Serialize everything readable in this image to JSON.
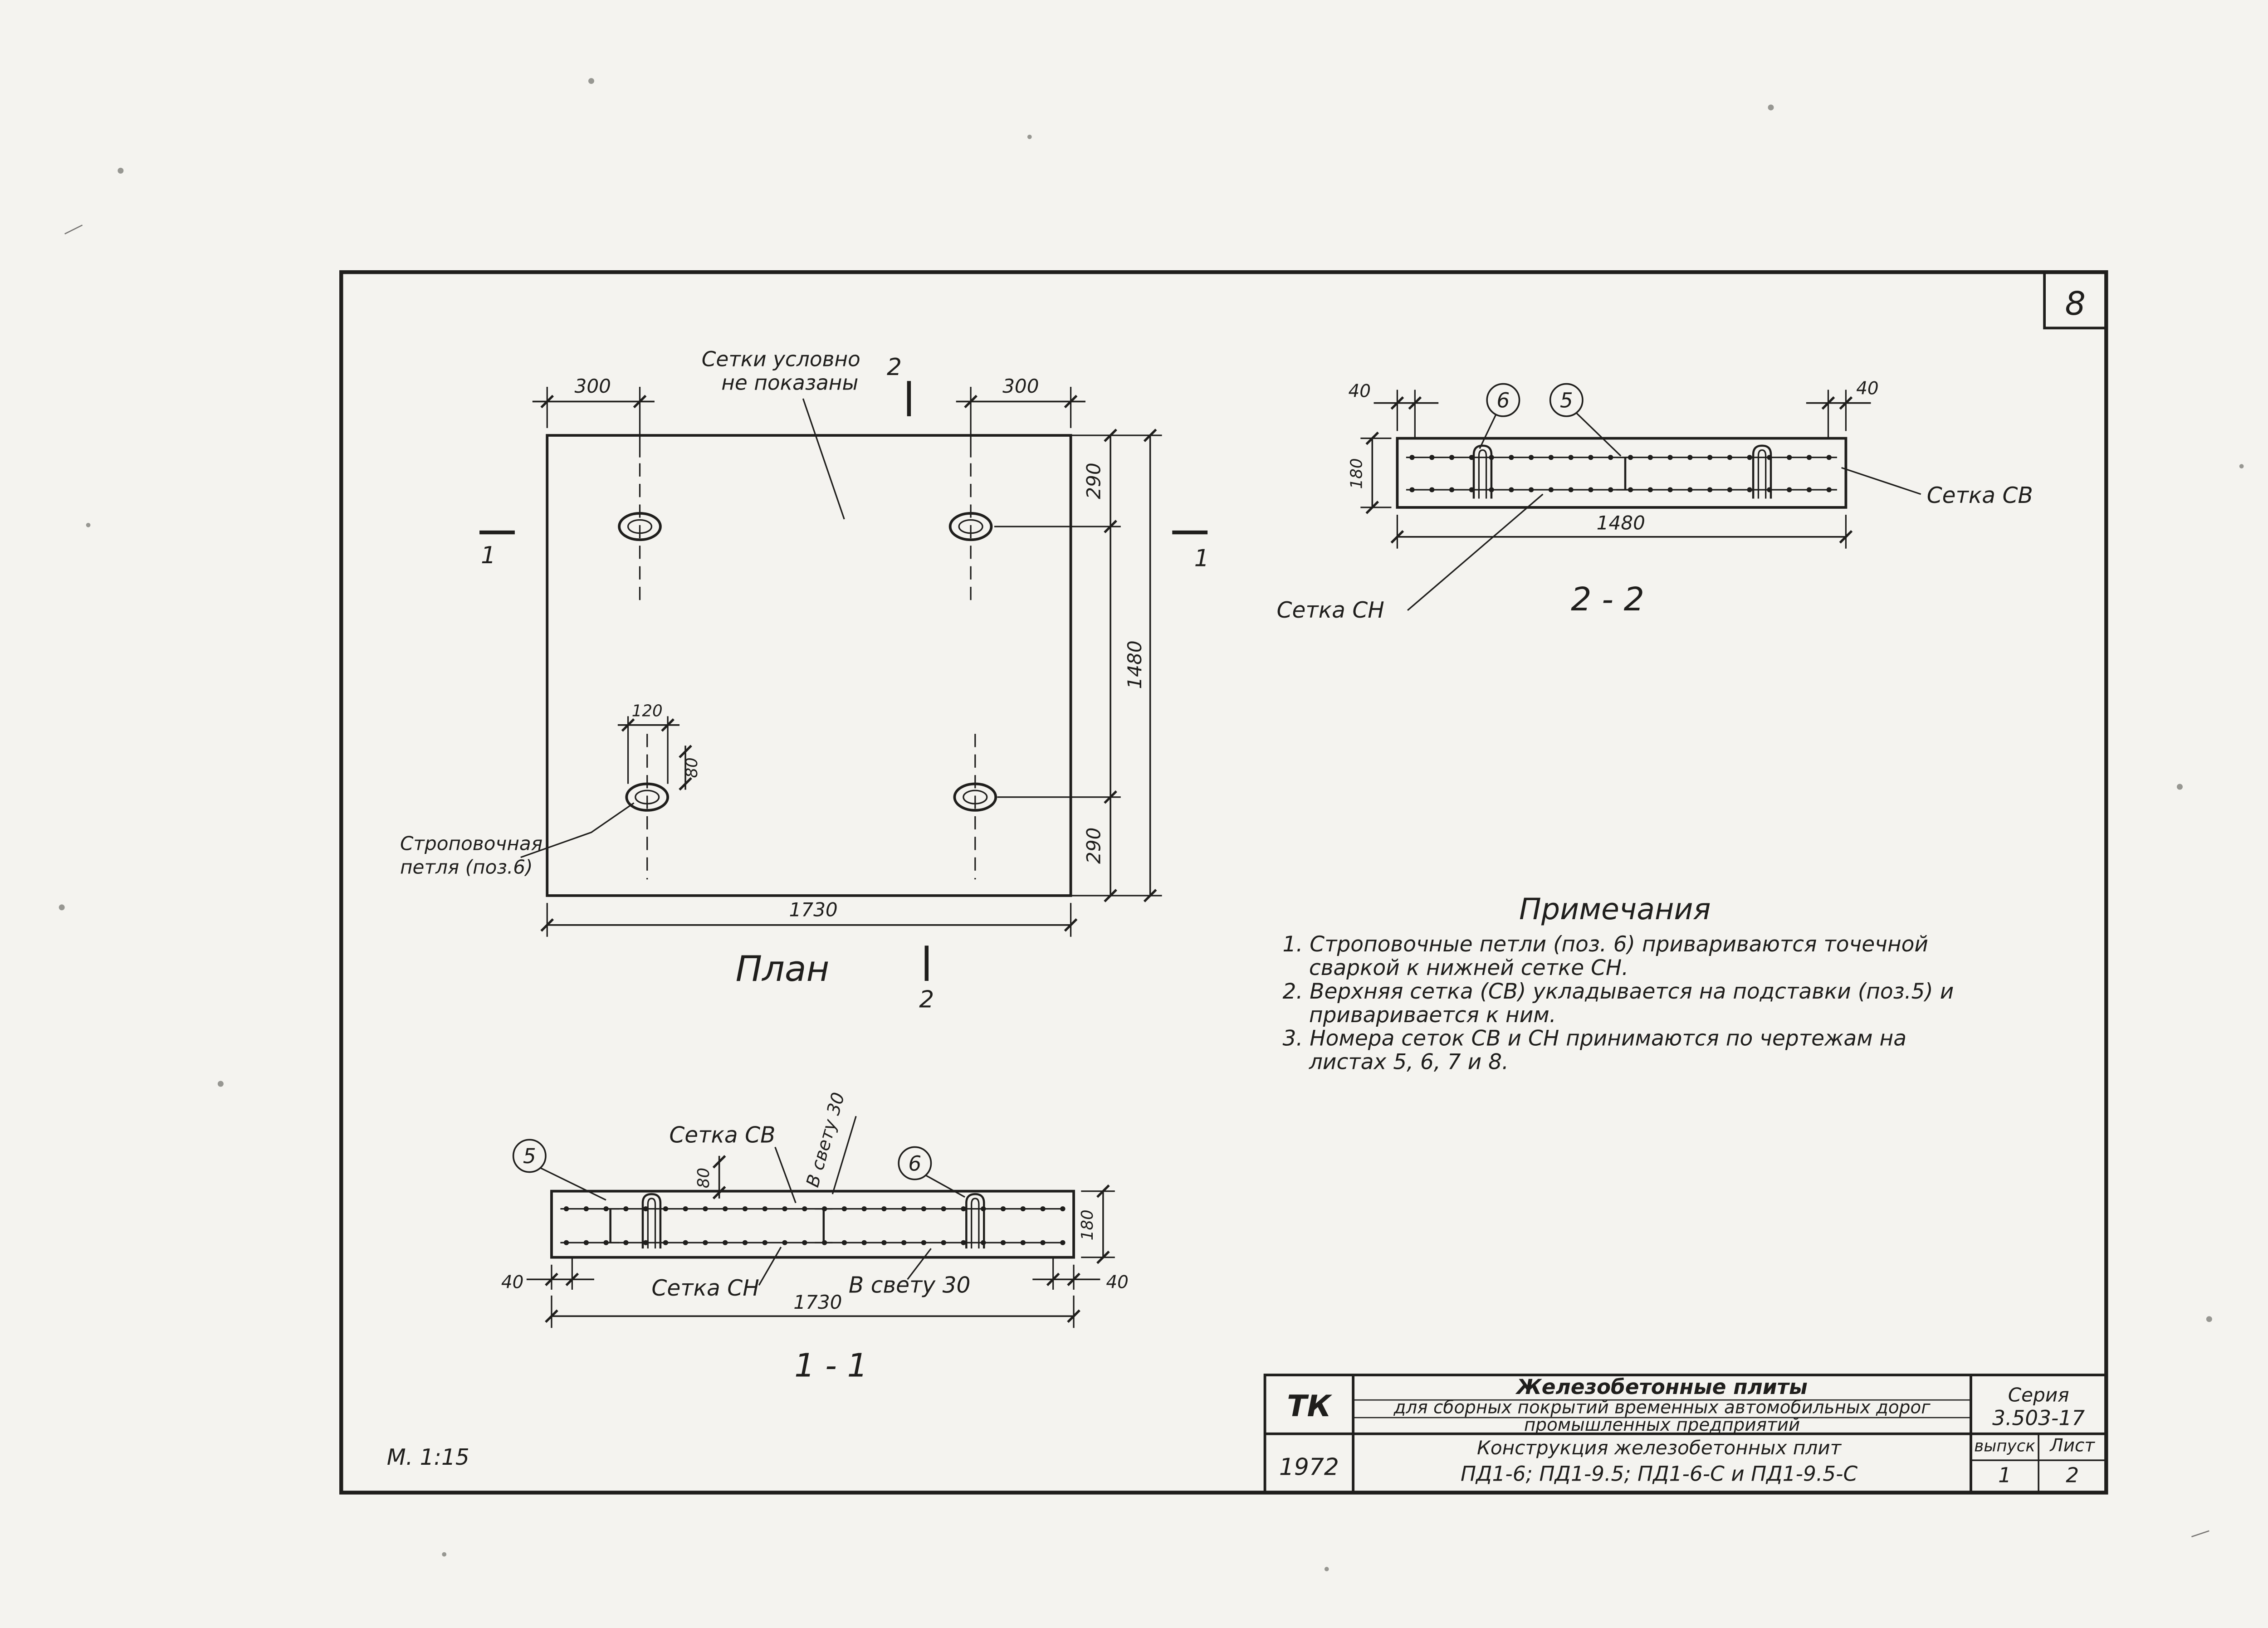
{
  "colors": {
    "ink": "#1f1e1c",
    "paper": "#f4f3ef"
  },
  "sheet": {
    "number": "8",
    "scale_note": "М. 1:15"
  },
  "plan": {
    "title": "План",
    "mesh_note_line1": "Сетки условно",
    "mesh_note_line2": "не показаны",
    "loop_label_line1": "Строповочная",
    "loop_label_line2": "петля (поз.6)",
    "dim_300_left": "300",
    "dim_300_right": "300",
    "dim_290_top": "290",
    "dim_1480": "1480",
    "dim_290_bottom": "290",
    "dim_1730": "1730",
    "dim_120": "120",
    "dim_80": "80",
    "mark_1_left": "1",
    "mark_1_right": "1",
    "mark_2_top": "2",
    "mark_2_bottom": "2"
  },
  "section_2_2": {
    "title": "2 - 2",
    "mesh_top_label": "Сетка СВ",
    "mesh_bottom_label": "Сетка СН",
    "callout_5": "5",
    "callout_6": "6",
    "dim_40_left": "40",
    "dim_40_right": "40",
    "dim_180": "180",
    "dim_1480": "1480"
  },
  "section_1_1": {
    "title": "1 - 1",
    "mesh_top_label": "Сетка СВ",
    "mesh_bottom_label": "Сетка СН",
    "clear_label_rotated": "В свету 30",
    "clear_label_bottom": "В свету 30",
    "callout_5": "5",
    "callout_6": "6",
    "dim_40_left": "40",
    "dim_40_right": "40",
    "dim_80": "80",
    "dim_180": "180",
    "dim_1730": "1730"
  },
  "notes": {
    "title": "Примечания",
    "item1_line1": "1. Строповочные петли (поз. 6)  привариваются точечной",
    "item1_line2": "сваркой к  нижней  сетке  СН.",
    "item2_line1": "2. Верхняя сетка (СВ) укладывается  на  подставки (поз.5) и",
    "item2_line2": "приваривается  к  ним.",
    "item3_line1": "3. Номера  сеток  СВ и СН  принимаются  по  чертежам  на",
    "item3_line2": "листах  5, 6, 7  и  8."
  },
  "title_block": {
    "org": "ТК",
    "year": "1972",
    "doc_title_line1": "Железобетонные  плиты",
    "doc_title_line2": "для сборных покрытий временных автомобильных дорог",
    "doc_title_line3": "промышленных предприятий",
    "series_label": "Серия",
    "series_value": "3.503-17",
    "subtitle_line1": "Конструкция  железобетонных плит",
    "subtitle_line2": "ПД1-6;  ПД1-9.5;  ПД1-6-С  и  ПД1-9.5-С",
    "issue_label": "выпуск",
    "issue_value": "1",
    "sheet_label": "Лист",
    "sheet_value": "2"
  }
}
